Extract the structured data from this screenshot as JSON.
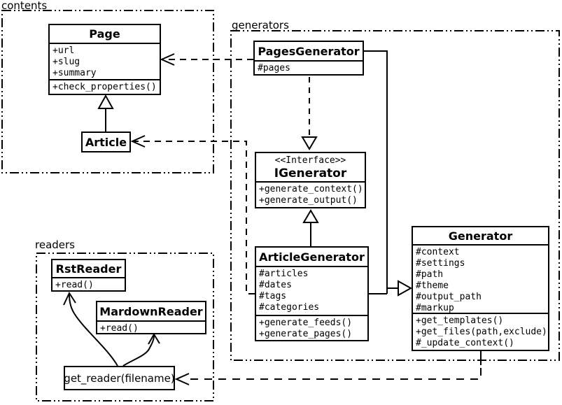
{
  "diagram_title": "Pelican static site generator UML class diagram",
  "colors": {
    "stroke": "#000000",
    "background": "#ffffff"
  },
  "packages": {
    "contents": {
      "label": "contents"
    },
    "generators": {
      "label": "generators"
    },
    "readers": {
      "label": "readers"
    }
  },
  "classes": {
    "page": {
      "name": "Page",
      "attributes": [
        "+url",
        "+slug",
        "+summary"
      ],
      "methods": [
        "+check_properties()"
      ]
    },
    "article": {
      "name": "Article"
    },
    "pages_generator": {
      "name": "PagesGenerator",
      "attributes": [
        "#pages"
      ]
    },
    "igenerator": {
      "stereotype": "<<Interface>>",
      "name": "IGenerator",
      "methods": [
        "+generate_context()",
        "+generate_output()"
      ]
    },
    "article_generator": {
      "name": "ArticleGenerator",
      "attributes": [
        "#articles",
        "#dates",
        "#tags",
        "#categories"
      ],
      "methods": [
        "+generate_feeds()",
        "+generate_pages()"
      ]
    },
    "generator": {
      "name": "Generator",
      "attributes": [
        "#context",
        "#settings",
        "#path",
        "#theme",
        "#output_path",
        "#markup"
      ],
      "methods": [
        "+get_templates()",
        "+get_files(path,exclude)",
        "#_update_context()"
      ]
    },
    "rst_reader": {
      "name": "RstReader",
      "methods": [
        "+read()"
      ]
    },
    "mardown_reader": {
      "name": "MardownReader",
      "methods": [
        "+read()"
      ]
    },
    "get_reader": {
      "name": "get_reader(filename)"
    }
  },
  "relationships": [
    {
      "from": "Article",
      "to": "Page",
      "type": "generalization"
    },
    {
      "from": "PagesGenerator",
      "to": "Page",
      "type": "dashed-dependency"
    },
    {
      "from": "ArticleGenerator",
      "to": "Article",
      "type": "dashed-dependency"
    },
    {
      "from": "PagesGenerator",
      "to": "IGenerator",
      "type": "dashed-realization"
    },
    {
      "from": "ArticleGenerator",
      "to": "IGenerator",
      "type": "generalization"
    },
    {
      "from": "PagesGenerator",
      "to": "Generator",
      "type": "generalization"
    },
    {
      "from": "ArticleGenerator",
      "to": "Generator",
      "type": "generalization"
    },
    {
      "from": "Generator",
      "to": "get_reader(filename)",
      "type": "dashed-dependency"
    },
    {
      "from": "get_reader(filename)",
      "to": "RstReader",
      "type": "curved-arrow"
    },
    {
      "from": "get_reader(filename)",
      "to": "MardownReader",
      "type": "curved-arrow"
    }
  ]
}
